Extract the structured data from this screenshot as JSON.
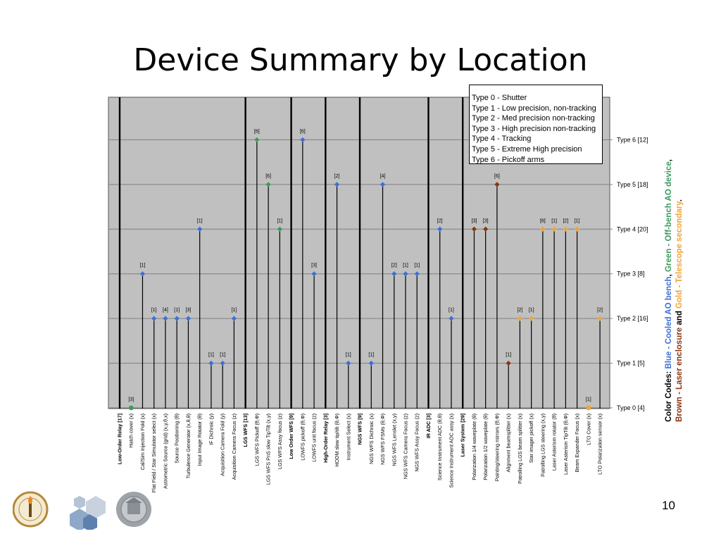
{
  "slide": {
    "title": "Device Summary by Location",
    "page_number": "10"
  },
  "colors": {
    "blue": "#3e6fd8",
    "green": "#3c9a5e",
    "brown": "#8b3512",
    "gold": "#f0a43a",
    "panel": "#c0c0c0"
  },
  "color_codes": {
    "line1": [
      {
        "text": "Color Codes: ",
        "color": "black"
      },
      {
        "text": "Blue - Cooled AO bench",
        "color": "blue"
      },
      {
        "text": ", ",
        "color": "black"
      },
      {
        "text": "Green - Off-bench AO device",
        "color": "green"
      },
      {
        "text": ",",
        "color": "black"
      }
    ],
    "line2": [
      {
        "text": "Brown - Laser enclosure",
        "color": "brown"
      },
      {
        "text": " and ",
        "color": "black"
      },
      {
        "text": "Gold - Telescope secondary",
        "color": "gold"
      },
      {
        "text": ".",
        "color": "black"
      }
    ]
  },
  "chart_data": {
    "type": "scatter",
    "title": "Device Summary by Location",
    "legend_title": "",
    "legend": [
      "Type 0 - Shutter",
      "Type 1 - Low precision, non-tracking",
      "Type 2 - Med precision non-tracking",
      "Type 3 - High precision non-tracking",
      "Type 4 - Tracking",
      "Type 5 - Extreme High precision",
      "Type 6 - Pickoff arms"
    ],
    "y_labels": [
      "Type 0 [4]",
      "Type 1 [5]",
      "Type 2 [16]",
      "Type 3 [8]",
      "Type 4 [20]",
      "Type 5 [18]",
      "Type 6 [12]"
    ],
    "ylim": [
      0,
      6.9
    ],
    "grid": true,
    "legend_position": "top-right",
    "columns": [
      {
        "label": "Low-Order Relay [17]",
        "group": true
      },
      {
        "label": "Hatch cover (x)",
        "type": 0,
        "count": "[3]",
        "color": "green"
      },
      {
        "label": "Cal/Sim Injection Fold (x)",
        "type": 3,
        "count": "[1]",
        "color": "blue"
      },
      {
        "label": "Flat Field / Star Simulator select (x)",
        "type": 2,
        "count": "[1]",
        "color": "blue"
      },
      {
        "label": "Astrometric Source (grid) (x,y,θ,x)",
        "type": 2,
        "count": "[4]",
        "color": "blue"
      },
      {
        "label": "Source Positioning (θ)",
        "type": 2,
        "count": "[1]",
        "color": "blue"
      },
      {
        "label": "Turbulence Generator (x,θ,θ)",
        "type": 2,
        "count": "[3]",
        "color": "blue"
      },
      {
        "label": "Input Image Rotator (θ)",
        "type": 4,
        "count": "[1]",
        "color": "blue"
      },
      {
        "label": "IF Dichroic (y)",
        "type": 1,
        "count": "[1]",
        "color": "blue"
      },
      {
        "label": "Acquisition Camera Fold (y)",
        "type": 1,
        "count": "[1]",
        "color": "blue"
      },
      {
        "label": "Acquisition Camera Focus (z)",
        "type": 2,
        "count": "[1]",
        "color": "blue"
      },
      {
        "label": "LGS WFS [13]",
        "group": true
      },
      {
        "label": "LGS WFS Pickoff (θ,Φ)",
        "type": 6,
        "count": "[6]",
        "color": "green"
      },
      {
        "label": "LGS WFS PnS slow TipTilt (x,y)",
        "type": 5,
        "count": "[6]",
        "color": "green"
      },
      {
        "label": "LGS WFS Assy focus (z)",
        "type": 4,
        "count": "[1]",
        "color": "green"
      },
      {
        "label": "Low Order WFS [9]",
        "group": true
      },
      {
        "label": "LOWFS pickoff (θ,Φ)",
        "type": 6,
        "count": "[6]",
        "color": "blue"
      },
      {
        "label": "LOWFS unit focus (z)",
        "type": 3,
        "count": "[3]",
        "color": "blue"
      },
      {
        "label": "High-Order Relay [3]",
        "group": true
      },
      {
        "label": "HODM slow tip/tilt (θ,Φ)",
        "type": 5,
        "count": "[2]",
        "color": "blue"
      },
      {
        "label": "Instrument Select (x)",
        "type": 1,
        "count": "[1]",
        "color": "blue"
      },
      {
        "label": "NGS WFS [9]",
        "group": true
      },
      {
        "label": "NGS WFS Dichroic (x)",
        "type": 1,
        "count": "[1]",
        "color": "blue"
      },
      {
        "label": "NGS WFS FSMs (θ,Φ)",
        "type": 5,
        "count": "[4]",
        "color": "blue"
      },
      {
        "label": "NGS WFS Lenslet (x,y)",
        "type": 3,
        "count": "[2]",
        "color": "blue"
      },
      {
        "label": "NGS WFS Camera Focus (z)",
        "type": 3,
        "count": "[1]",
        "color": "blue"
      },
      {
        "label": "NGS WFS Assy Focus (z)",
        "type": 3,
        "count": "[1]",
        "color": "blue"
      },
      {
        "label": "IR ADC [3]",
        "group": true
      },
      {
        "label": "Science Instrument ADC (θ,θ)",
        "type": 4,
        "count": "[2]",
        "color": "blue"
      },
      {
        "label": "Science Instrument ADC assy (x)",
        "type": 2,
        "count": "[1]",
        "color": "blue"
      },
      {
        "label": "Laser System [29]",
        "group": true
      },
      {
        "label": "Polarization 1/4 waveplate (θ)",
        "type": 4,
        "count": "[3]",
        "color": "brown"
      },
      {
        "label": "Polarization 1/2 waveplate (θ)",
        "type": 4,
        "count": "[3]",
        "color": "brown"
      },
      {
        "label": "Pointing/steering mirrors (θ,Φ)",
        "type": 5,
        "count": "[6]",
        "color": "brown"
      },
      {
        "label": "Alignment beamsplitter (x)",
        "type": 1,
        "count": "[1]",
        "color": "brown"
      },
      {
        "label": "Patrolling LGS beam splitter (x)",
        "type": 2,
        "count": "[2]",
        "color": "gold"
      },
      {
        "label": "Star imager pickoff (x)",
        "type": 2,
        "count": "[1]",
        "color": "gold"
      },
      {
        "label": "Patrolling LGS steering (x,y)",
        "type": 4,
        "count": "[6]",
        "color": "gold"
      },
      {
        "label": "Laser Asterism rotator (θ)",
        "type": 4,
        "count": "[1]",
        "color": "gold"
      },
      {
        "label": "Laser Asterism TipTilt (θ,Φ)",
        "type": 4,
        "count": "[2]",
        "color": "gold"
      },
      {
        "label": "Beam Expander Focus (x)",
        "type": 4,
        "count": "[1]",
        "color": "gold"
      },
      {
        "label": "LTO Cover (x)",
        "type": 0,
        "count": "[1]",
        "color": "gold"
      },
      {
        "label": "LTO Polarization sensor (x)",
        "type": 2,
        "count": "[2]",
        "color": "gold"
      }
    ]
  }
}
